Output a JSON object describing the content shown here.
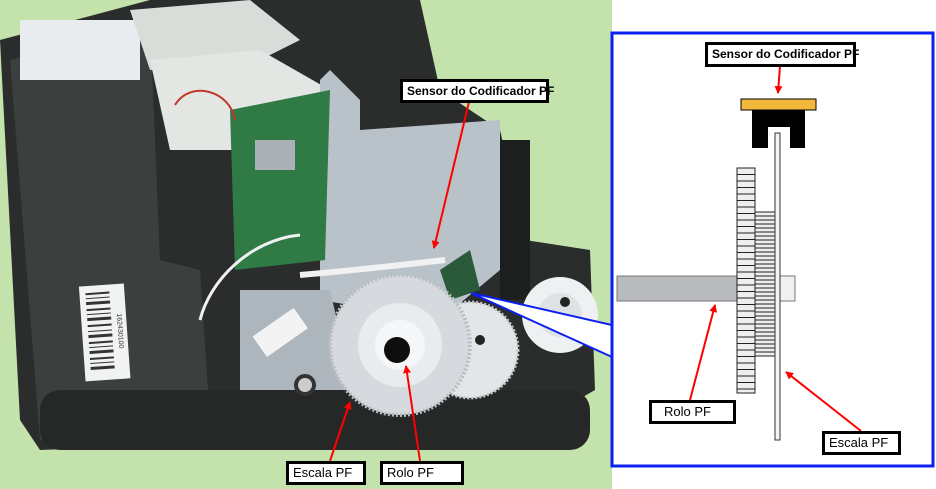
{
  "photo_labels": {
    "sensor": "Sensor do Codificador PF",
    "scale": "Escala PF",
    "roller": "Rolo PF"
  },
  "barcode_number": "162430100",
  "diagram_labels": {
    "sensor": "Sensor do Codificador PF",
    "roller": "Rolo PF",
    "scale": "Escala PF"
  },
  "colors": {
    "background": "#c4e2ab",
    "callout_border": "#0a1ff0",
    "arrow": "#ff0000",
    "sensor_plate": "#f2b83c",
    "shaft": "#b9babd"
  }
}
